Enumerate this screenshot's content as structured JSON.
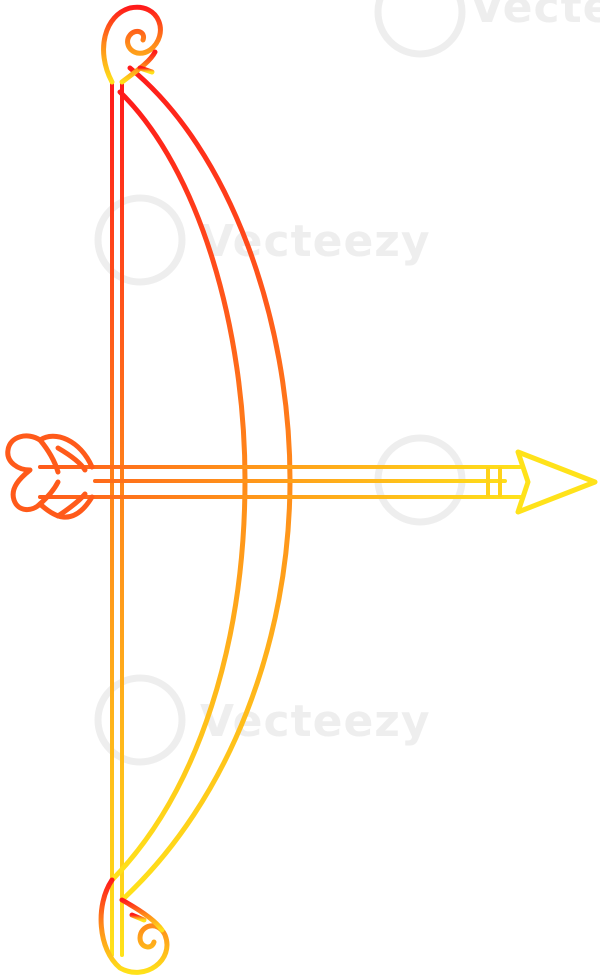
{
  "image": {
    "subject": "cartoon bow and arrow line drawing",
    "palette": {
      "top": "#ff1a1a",
      "middle": "#ff8c1a",
      "bottom": "#ffe21a",
      "arrow_left": "#ff5a1a",
      "arrow_right": "#ffe21a",
      "background": "#ffffff"
    }
  },
  "watermark": {
    "brand": "Vecteezy",
    "text": "Vecteezy"
  }
}
